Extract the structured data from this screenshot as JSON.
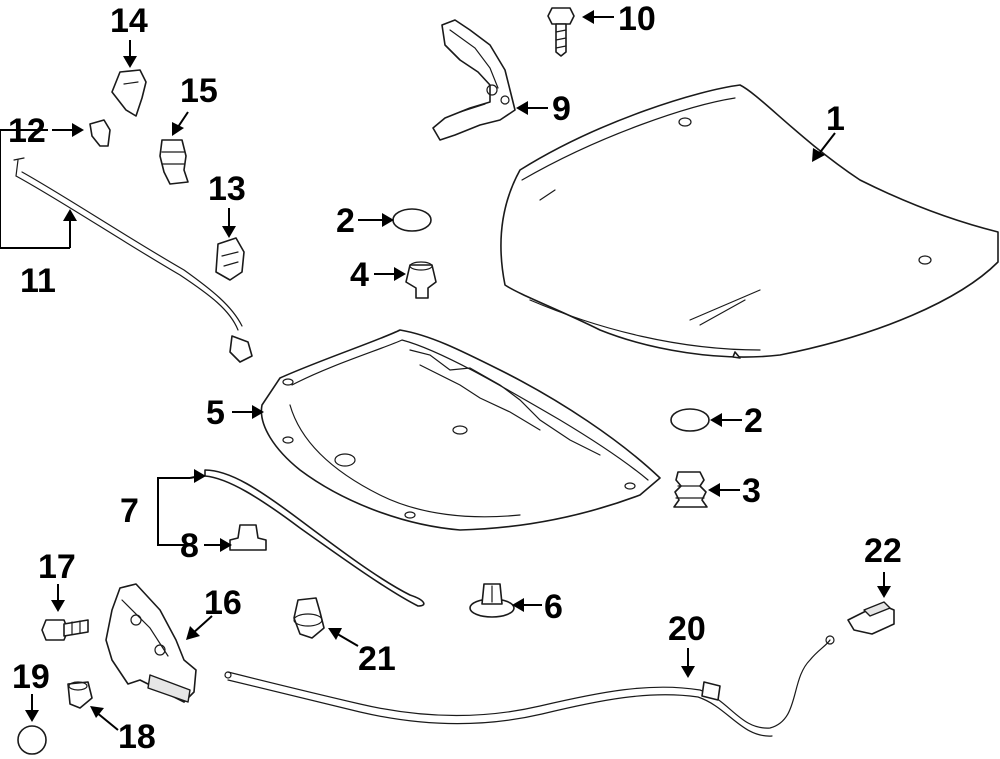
{
  "callouts": [
    {
      "id": "c1",
      "text": "1"
    },
    {
      "id": "c2a",
      "text": "2"
    },
    {
      "id": "c2b",
      "text": "2"
    },
    {
      "id": "c3",
      "text": "3"
    },
    {
      "id": "c4",
      "text": "4"
    },
    {
      "id": "c5",
      "text": "5"
    },
    {
      "id": "c6",
      "text": "6"
    },
    {
      "id": "c7",
      "text": "7"
    },
    {
      "id": "c8",
      "text": "8"
    },
    {
      "id": "c9",
      "text": "9"
    },
    {
      "id": "c10",
      "text": "10"
    },
    {
      "id": "c11",
      "text": "11"
    },
    {
      "id": "c12",
      "text": "12"
    },
    {
      "id": "c13",
      "text": "13"
    },
    {
      "id": "c14",
      "text": "14"
    },
    {
      "id": "c15",
      "text": "15"
    },
    {
      "id": "c16",
      "text": "16"
    },
    {
      "id": "c17",
      "text": "17"
    },
    {
      "id": "c18",
      "text": "18"
    },
    {
      "id": "c19",
      "text": "19"
    },
    {
      "id": "c20",
      "text": "20"
    },
    {
      "id": "c21",
      "text": "21"
    },
    {
      "id": "c22",
      "text": "22"
    }
  ],
  "colors": {
    "line": "#1a1a1a",
    "background": "#ffffff"
  }
}
